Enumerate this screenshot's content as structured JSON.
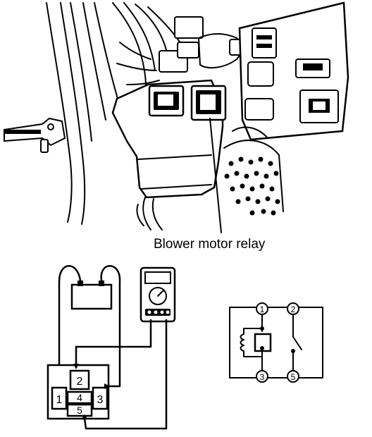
{
  "caption": "Blower motor relay",
  "relay_socket_pins": [
    "1",
    "2",
    "3",
    "4",
    "5"
  ],
  "schematic_terminals": [
    "1",
    "2",
    "3",
    "5"
  ]
}
